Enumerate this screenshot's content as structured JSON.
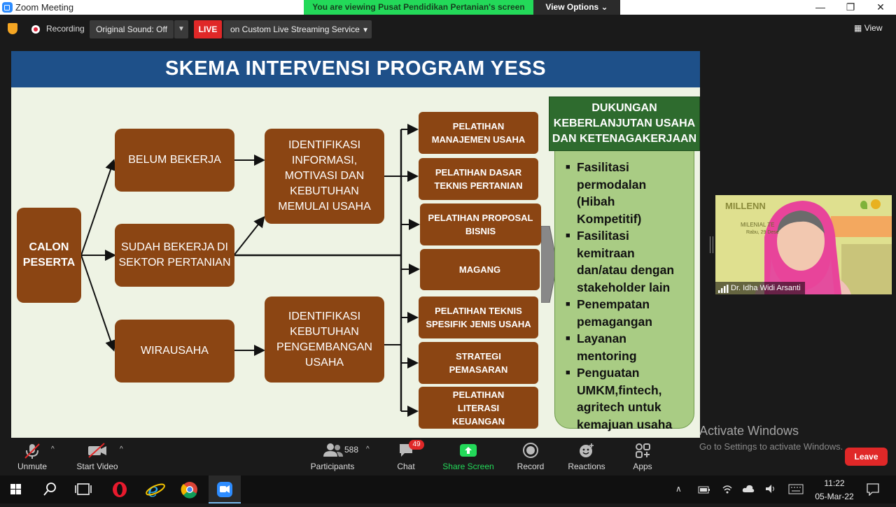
{
  "window": {
    "title": "Zoom Meeting",
    "share_banner": "You are viewing Pusat Pendidikan Pertanian's screen",
    "view_options": "View Options ⌄",
    "controls": [
      "—",
      "❐",
      "✕"
    ]
  },
  "topbar": {
    "recording": "Recording",
    "original_sound": "Original Sound: Off",
    "live_badge": "LIVE",
    "live_service": "on Custom Live Streaming Service",
    "view": "View"
  },
  "slide": {
    "title": "SKEMA INTERVENSI PROGRAM YESS",
    "calon": "CALON\nPESERTA",
    "status": [
      "BELUM BEKERJA",
      "SUDAH BEKERJA DI\nSEKTOR PERTANIAN",
      "WIRAUSAHA"
    ],
    "identifikasi_1": "IDENTIFIKASI\nINFORMASI,\nMOTIVASI DAN\nKEBUTUHAN\nMEMULAI USAHA",
    "identifikasi_2": "IDENTIFIKASI\nKEBUTUHAN\nPENGEMBANGAN\nUSAHA",
    "programs": [
      "PELATIHAN\nMANAJEMEN USAHA",
      "PELATIHAN DASAR\nTEKNIS PERTANIAN",
      "PELATIHAN PROPOSAL\nBISNIS",
      "MAGANG",
      "PELATIHAN TEKNIS\nSPESIFIK JENIS USAHA",
      "STRATEGI\nPEMASARAN",
      "PELATIHAN\nLITERASI\nKEUANGAN"
    ],
    "support_title": "DUKUNGAN\nKEBERLANJUTAN USAHA\nDAN KETENAGAKERJAAN",
    "support_items": [
      "Fasilitasi\npermodalan\n(Hibah\nKompetitif)",
      "Fasilitasi kemitraan\ndan/atau  dengan\nstakeholder lain",
      "Penempatan\npemagangan",
      "Layanan\nmentoring",
      "Penguatan\nUMKM,fintech,\nagritech untuk\nkemajuan usaha"
    ],
    "colors": {
      "header": "#1e5089",
      "box": "#8b4513",
      "support_head": "#2e6b2e",
      "support_body": "#a9cc84"
    }
  },
  "self_video": {
    "name": "Dr. Idha Widi Arsanti",
    "backdrop_text_1": "MILLENN",
    "backdrop_text_2": "MILENIAL TE",
    "backdrop_text_3": "Rabu, 29 Dese"
  },
  "toolbar": {
    "unmute": "Unmute",
    "start_video": "Start Video",
    "participants": "Participants",
    "participant_count": "588",
    "chat": "Chat",
    "chat_badge": "49",
    "share_screen": "Share Screen",
    "record": "Record",
    "reactions": "Reactions",
    "apps": "Apps",
    "leave": "Leave",
    "caret": "^",
    "share_color": "#23d959",
    "leave_color": "#e02828"
  },
  "watermark": {
    "line1": "Activate Windows",
    "line2": "Go to Settings to activate Windows."
  },
  "taskbar": {
    "time": "11:22",
    "date": "05-Mar-22",
    "tray_chevron": "∧",
    "apps": [
      "windows-start-icon",
      "search-icon",
      "task-view-icon",
      "opera-icon",
      "internet-explorer-icon",
      "chrome-icon",
      "zoom-icon"
    ]
  }
}
